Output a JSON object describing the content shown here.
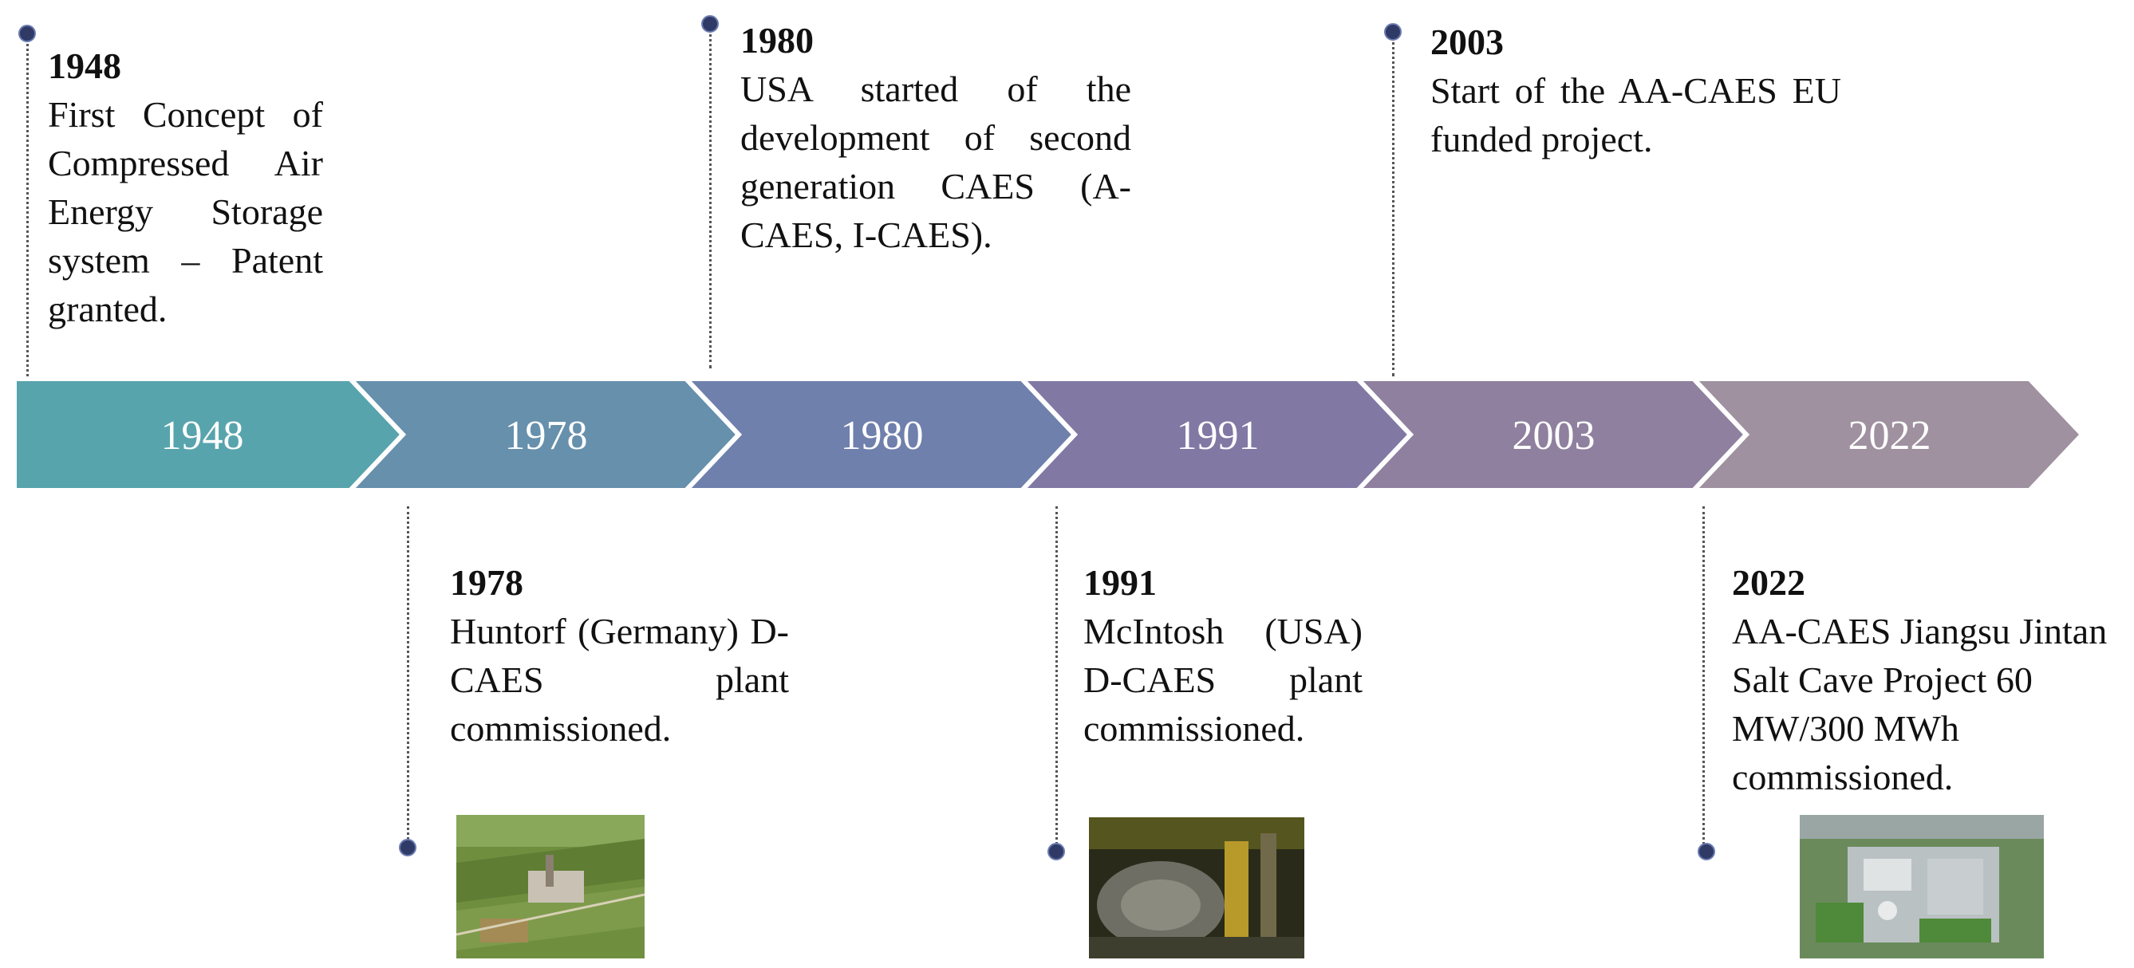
{
  "timeline": {
    "segments": [
      {
        "label": "1948",
        "color": "#58a4ad"
      },
      {
        "label": "1978",
        "color": "#6690ac"
      },
      {
        "label": "1980",
        "color": "#6f80ad"
      },
      {
        "label": "1991",
        "color": "#8179a4"
      },
      {
        "label": "2003",
        "color": "#8f809f"
      },
      {
        "label": "2022",
        "color": "#9f919f"
      }
    ]
  },
  "events": {
    "e1948": {
      "year": "1948",
      "desc": "First Concept of Compressed Air Energy Storage system – Patent granted."
    },
    "e1980": {
      "year": "1980",
      "desc": "USA started of the development of second generation CAES (A-CAES, I-CAES)."
    },
    "e2003": {
      "year": "2003",
      "desc": "Start of the AA-CAES EU funded project."
    },
    "e1978": {
      "year": "1978",
      "desc": "Huntorf (Germany) D-CAES plant commissioned."
    },
    "e1991": {
      "year": "1991",
      "desc": "McIntosh (USA) D-CAES plant commissioned."
    },
    "e2022": {
      "year": "2022",
      "desc": "AA-CAES Jiangsu Jintan Salt Cave Project 60 MW/300 MWh commissioned."
    }
  },
  "images": {
    "huntorf": "huntorf-plant-aerial-photo",
    "mcintosh": "mcintosh-plant-interior-photo",
    "jintan": "jintan-plant-aerial-photo"
  }
}
